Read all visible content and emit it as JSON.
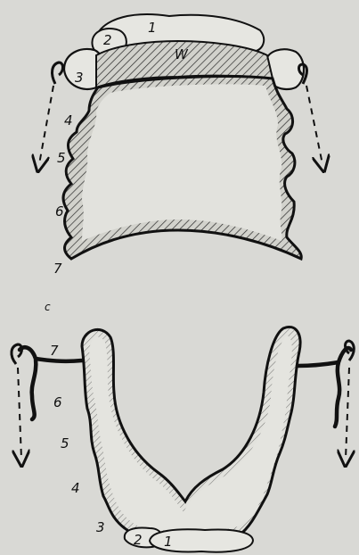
{
  "colors": {
    "background": "#d9d9d5",
    "ink": "#111111",
    "plate_fill": "#e4e4df",
    "hatch": "#2a2a2a"
  },
  "upper_diagram": {
    "labels": [
      "1",
      "2",
      "W",
      "3",
      "4",
      "5",
      "6",
      "7"
    ]
  },
  "lower_diagram": {
    "labels": [
      "7",
      "6",
      "5",
      "4",
      "3",
      "2",
      "1"
    ]
  },
  "extra_mark": "c",
  "icons": [
    "clasp-hook-icon",
    "dashed-arrow-down-icon"
  ]
}
